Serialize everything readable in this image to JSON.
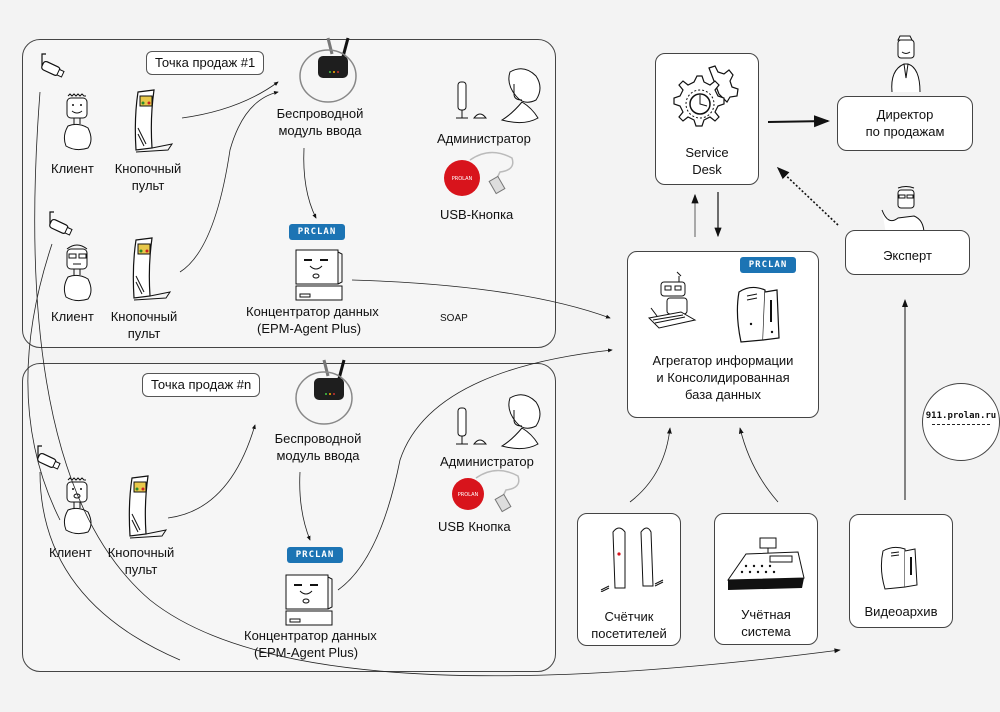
{
  "groups": [
    {
      "title": "Точка продаж #1",
      "clients": [
        {
          "client_label": "Клиент",
          "panel_label": "Кнопочный пульт"
        },
        {
          "client_label": "Клиент",
          "panel_label": "Кнопочный пульт"
        }
      ],
      "wireless_module": "Беспроводной модуль ввода",
      "administrator": "Администратор",
      "usb_button": "USB-Кнопка",
      "concentrator": {
        "badge": "PRCLAN",
        "line1": "Концентратор данных",
        "line2": "(EPM-Agent Plus)"
      }
    },
    {
      "title": "Точка продаж #n",
      "clients": [
        {
          "client_label": "Клиент",
          "panel_label": "Кнопочный пульт"
        }
      ],
      "wireless_module": "Беспроводной модуль ввода",
      "administrator": "Администратор",
      "usb_button": "USB Кнопка",
      "concentrator": {
        "badge": "PRCLAN",
        "line1": "Концентратор данных",
        "line2": "(EPM-Agent Plus)"
      }
    }
  ],
  "connection_label": "SOAP",
  "service_desk": {
    "line1": "Service",
    "line2": "Desk"
  },
  "director": {
    "line1": "Директор",
    "line2": "по продажам"
  },
  "expert": "Эксперт",
  "aggregator": {
    "badge": "PRCLAN",
    "line1": "Агрегатор информации",
    "line2": "и Консолидированная",
    "line3": "база данных"
  },
  "website_badge": "911.prolan.ru",
  "sources": [
    {
      "line1": "Счётчик",
      "line2": "посетителей"
    },
    {
      "line1": "Учётная",
      "line2": "система"
    },
    {
      "line1": "Видеоархив",
      "line2": ""
    }
  ],
  "colors": {
    "accent": "#1c74b4",
    "usb_red": "#d8141c",
    "background": "#f3f3f3"
  }
}
